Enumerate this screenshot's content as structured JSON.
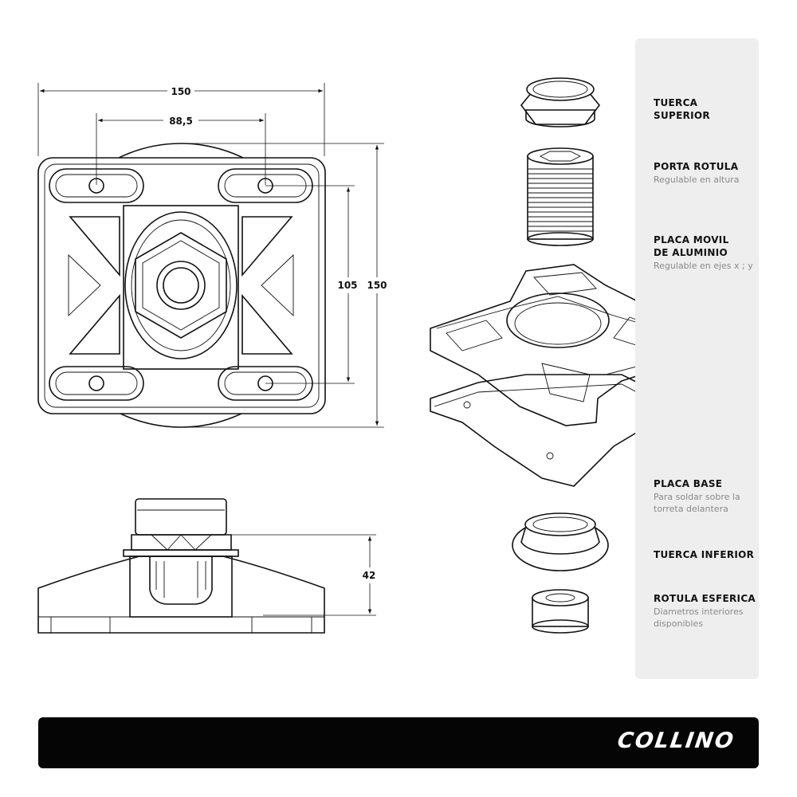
{
  "dimensions": {
    "overall_width": "150",
    "hole_spacing_width": "88,5",
    "hole_spacing_height": "105",
    "overall_height": "150",
    "side_height": "42"
  },
  "legend": [
    {
      "title": "TUERCA SUPERIOR",
      "subtitle": ""
    },
    {
      "title": "PORTA ROTULA",
      "subtitle": "Regulable en altura"
    },
    {
      "title": "PLACA MOVIL\nDE ALUMINIO",
      "subtitle": "Regulable en ejes x ; y"
    },
    {
      "title": "PLACA BASE",
      "subtitle": "Para soldar sobre la\ntorreta delantera"
    },
    {
      "title": "TUERCA INFERIOR",
      "subtitle": ""
    },
    {
      "title": "ROTULA ESFERICA",
      "subtitle": "Diametros interiores\ndisponibles"
    }
  ],
  "footer": {
    "brand": "COLLINO"
  },
  "colors": {
    "footer_bg": "#050505",
    "panel_bg": "#eeeeee",
    "subtitle": "#8a8a8a"
  }
}
